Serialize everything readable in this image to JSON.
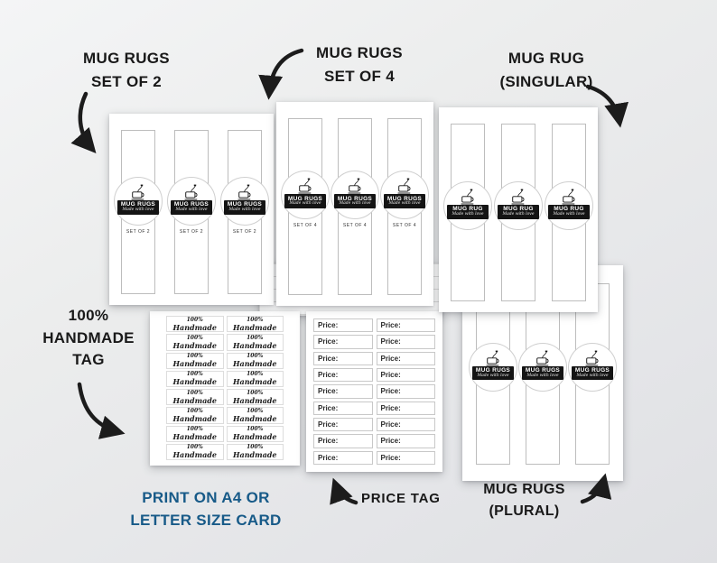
{
  "colors": {
    "accent_blue": "#175a88",
    "arrow_black": "#1c1c1c"
  },
  "annotations": {
    "set2": {
      "line1": "MUG RUGS",
      "line2": "SET OF 2"
    },
    "set4": {
      "line1": "MUG RUGS",
      "line2": "SET OF 4"
    },
    "singular": {
      "line1": "MUG RUG",
      "line2": "(SINGULAR)"
    },
    "handmade": {
      "line1": "100%",
      "line2": "HANDMADE",
      "line3": "TAG"
    },
    "print": {
      "line1": "PRINT ON  A4 OR",
      "line2": "LETTER SIZE CARD"
    },
    "price": {
      "label": "PRICE  TAG"
    },
    "plural": {
      "line1": "MUG RUGS",
      "line2": "(PLURAL)"
    }
  },
  "sheets": {
    "set2": {
      "bands": 3,
      "badge_title": "MUG RUGS",
      "badge_sub": "Made with love",
      "caption": "SET OF 2"
    },
    "set4": {
      "bands": 3,
      "badge_title": "MUG RUGS",
      "badge_sub": "Made with love",
      "caption": "SET OF 4"
    },
    "single": {
      "bands": 3,
      "badge_title": "MUG RUG",
      "badge_sub": "Made with love"
    },
    "plural": {
      "bands": 3,
      "badge_title": "MUG RUGS",
      "badge_sub": "Made with love"
    },
    "handmade": {
      "rows": 8,
      "line1": "100%",
      "line2": "Handmade"
    },
    "price": {
      "rows": 9,
      "label": "Price:"
    }
  }
}
